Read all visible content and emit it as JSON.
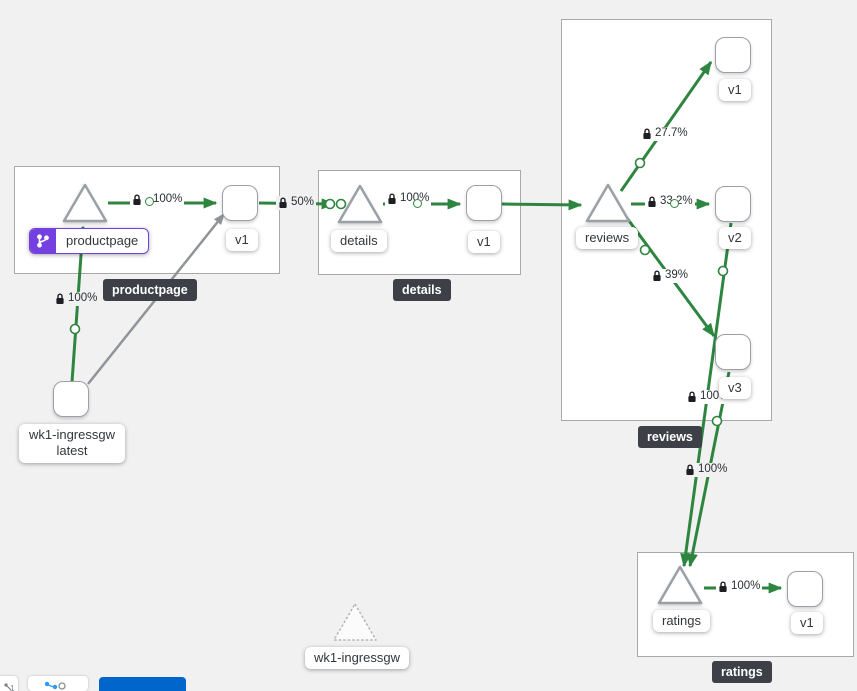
{
  "colors": {
    "edge_green": "#2e8540",
    "edge_gray": "#909498",
    "node_border": "#9aa0a6",
    "badge_purple": "#7540e0",
    "tooltip_bg": "#3d4147",
    "legend_blue": "#0066cc",
    "canvas_bg": "#f1f1f2"
  },
  "groups": {
    "productpage": {
      "tooltip": "productpage"
    },
    "details": {
      "tooltip": "details"
    },
    "reviews": {
      "tooltip": "reviews"
    },
    "ratings": {
      "tooltip": "ratings"
    }
  },
  "nodes": {
    "productpage_service": {
      "label": "productpage",
      "badge_icon": "code-branch-icon"
    },
    "productpage_v1": {
      "label": "v1"
    },
    "details_service": {
      "label": "details"
    },
    "details_v1": {
      "label": "v1"
    },
    "reviews_service": {
      "label": "reviews"
    },
    "reviews_v1": {
      "label": "v1"
    },
    "reviews_v2": {
      "label": "v2"
    },
    "reviews_v3": {
      "label": "v3"
    },
    "ratings_service": {
      "label": "ratings"
    },
    "ratings_v1": {
      "label": "v1"
    },
    "ingress_workload": {
      "label_line1": "wk1-ingressgw",
      "label_line2": "latest"
    },
    "idle_service": {
      "label": "wk1-ingressgw"
    }
  },
  "edges": {
    "ingress_to_productpage": {
      "label": "100%"
    },
    "productpage_to_v1": {
      "label": "100%"
    },
    "v1_to_details": {
      "label": "50%"
    },
    "details_to_v1": {
      "label": "100%"
    },
    "reviews_to_v1": {
      "label": "27.7%"
    },
    "reviews_to_v2": {
      "label": "33.2%"
    },
    "reviews_to_v3": {
      "label": "39%"
    },
    "v3_to_ratings": {
      "label": "100%"
    },
    "v2_to_ratings": {
      "label": "100%"
    },
    "ratings_to_v1": {
      "label": "100%"
    }
  },
  "toolbar": {
    "buttons": [
      {
        "icon": "zoom-controls-icon"
      },
      {
        "icon": "graph-minimap-icon"
      },
      {
        "icon": "legend-button"
      }
    ]
  }
}
